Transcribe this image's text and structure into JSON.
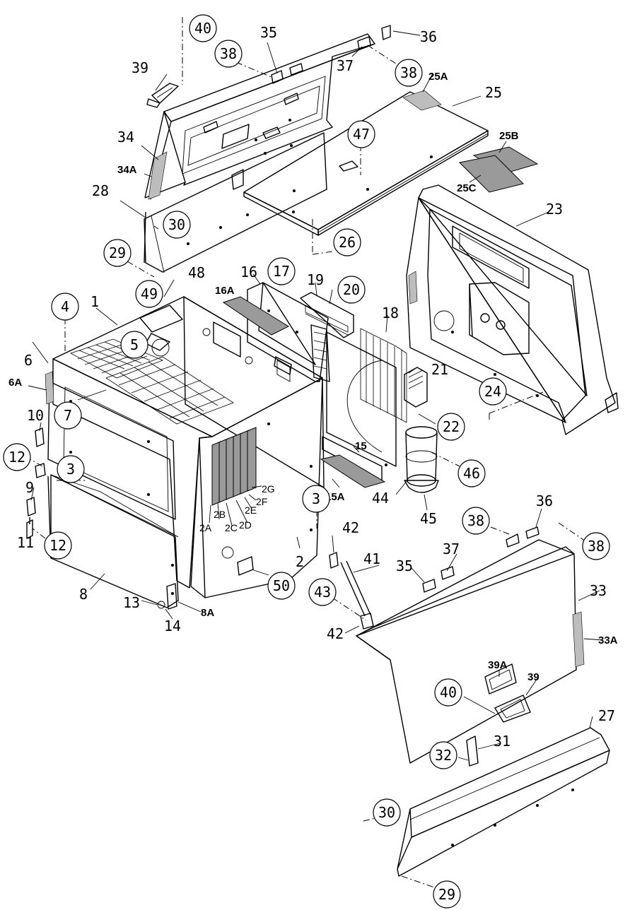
{
  "diagram": {
    "kind": "exploded-parts-view",
    "callouts": [
      {
        "id": "c40a",
        "text": "40",
        "circled": true
      },
      {
        "id": "c35a",
        "text": "35",
        "circled": false
      },
      {
        "id": "c36a",
        "text": "36",
        "circled": false
      },
      {
        "id": "c39a",
        "text": "39",
        "circled": false
      },
      {
        "id": "c38a",
        "text": "38",
        "circled": true
      },
      {
        "id": "c37a",
        "text": "37",
        "circled": false
      },
      {
        "id": "c38b",
        "text": "38",
        "circled": true
      },
      {
        "id": "c25A",
        "text": "25A",
        "circled": false
      },
      {
        "id": "c25",
        "text": "25",
        "circled": false
      },
      {
        "id": "c34",
        "text": "34",
        "circled": false
      },
      {
        "id": "c47",
        "text": "47",
        "circled": true
      },
      {
        "id": "c25B",
        "text": "25B",
        "circled": false
      },
      {
        "id": "c34A",
        "text": "34A",
        "circled": false
      },
      {
        "id": "c25C",
        "text": "25C",
        "circled": false
      },
      {
        "id": "c28",
        "text": "28",
        "circled": false
      },
      {
        "id": "c23",
        "text": "23",
        "circled": false
      },
      {
        "id": "c30a",
        "text": "30",
        "circled": true
      },
      {
        "id": "c26",
        "text": "26",
        "circled": true
      },
      {
        "id": "c29a",
        "text": "29",
        "circled": true
      },
      {
        "id": "c48",
        "text": "48",
        "circled": false
      },
      {
        "id": "c16",
        "text": "16",
        "circled": false
      },
      {
        "id": "c17",
        "text": "17",
        "circled": true
      },
      {
        "id": "c19",
        "text": "19",
        "circled": false
      },
      {
        "id": "c20",
        "text": "20",
        "circled": true
      },
      {
        "id": "c16A",
        "text": "16A",
        "circled": false
      },
      {
        "id": "c49",
        "text": "49",
        "circled": true
      },
      {
        "id": "c4",
        "text": "4",
        "circled": true
      },
      {
        "id": "c1",
        "text": "1",
        "circled": false
      },
      {
        "id": "c18",
        "text": "18",
        "circled": false
      },
      {
        "id": "c5",
        "text": "5",
        "circled": true
      },
      {
        "id": "c6",
        "text": "6",
        "circled": false
      },
      {
        "id": "c6A",
        "text": "6A",
        "circled": false
      },
      {
        "id": "c21",
        "text": "21",
        "circled": false
      },
      {
        "id": "c7",
        "text": "7",
        "circled": true
      },
      {
        "id": "c24",
        "text": "24",
        "circled": true
      },
      {
        "id": "c10",
        "text": "10",
        "circled": false
      },
      {
        "id": "c22",
        "text": "22",
        "circled": true
      },
      {
        "id": "c12a",
        "text": "12",
        "circled": true
      },
      {
        "id": "c15",
        "text": "15",
        "circled": false
      },
      {
        "id": "c46",
        "text": "46",
        "circled": true
      },
      {
        "id": "c3a",
        "text": "3",
        "circled": true
      },
      {
        "id": "c9",
        "text": "9",
        "circled": false
      },
      {
        "id": "c2G",
        "text": "2G",
        "circled": false
      },
      {
        "id": "c2F",
        "text": "2F",
        "circled": false
      },
      {
        "id": "c2E",
        "text": "2E",
        "circled": false
      },
      {
        "id": "c15A",
        "text": "15A",
        "circled": false
      },
      {
        "id": "c44",
        "text": "44",
        "circled": false
      },
      {
        "id": "c3b",
        "text": "3",
        "circled": true
      },
      {
        "id": "c2B",
        "text": "2B",
        "circled": false
      },
      {
        "id": "c2A",
        "text": "2A",
        "circled": false
      },
      {
        "id": "c2C",
        "text": "2C",
        "circled": false
      },
      {
        "id": "c2D",
        "text": "2D",
        "circled": false
      },
      {
        "id": "c45",
        "text": "45",
        "circled": false
      },
      {
        "id": "c38c",
        "text": "38",
        "circled": true
      },
      {
        "id": "c36b",
        "text": "36",
        "circled": false
      },
      {
        "id": "c42a",
        "text": "42",
        "circled": false
      },
      {
        "id": "c11",
        "text": "11",
        "circled": false
      },
      {
        "id": "c12b",
        "text": "12",
        "circled": true
      },
      {
        "id": "c38d",
        "text": "38",
        "circled": true
      },
      {
        "id": "c2",
        "text": "2",
        "circled": false
      },
      {
        "id": "c41",
        "text": "41",
        "circled": false
      },
      {
        "id": "c35b",
        "text": "35",
        "circled": false
      },
      {
        "id": "c37b",
        "text": "37",
        "circled": false
      },
      {
        "id": "c50",
        "text": "50",
        "circled": true
      },
      {
        "id": "c8",
        "text": "8",
        "circled": false
      },
      {
        "id": "c43",
        "text": "43",
        "circled": true
      },
      {
        "id": "c33",
        "text": "33",
        "circled": false
      },
      {
        "id": "c13",
        "text": "13",
        "circled": false
      },
      {
        "id": "c8A",
        "text": "8A",
        "circled": false
      },
      {
        "id": "c14",
        "text": "14",
        "circled": false
      },
      {
        "id": "c42b",
        "text": "42",
        "circled": false
      },
      {
        "id": "c33A",
        "text": "33A",
        "circled": false
      },
      {
        "id": "c39A",
        "text": "39A",
        "circled": false
      },
      {
        "id": "c39b",
        "text": "39",
        "circled": false
      },
      {
        "id": "c40b",
        "text": "40",
        "circled": true
      },
      {
        "id": "c27",
        "text": "27",
        "circled": false
      },
      {
        "id": "c31",
        "text": "31",
        "circled": false
      },
      {
        "id": "c32",
        "text": "32",
        "circled": true
      },
      {
        "id": "c30b",
        "text": "30",
        "circled": true
      },
      {
        "id": "c29b",
        "text": "29",
        "circled": true
      }
    ]
  }
}
